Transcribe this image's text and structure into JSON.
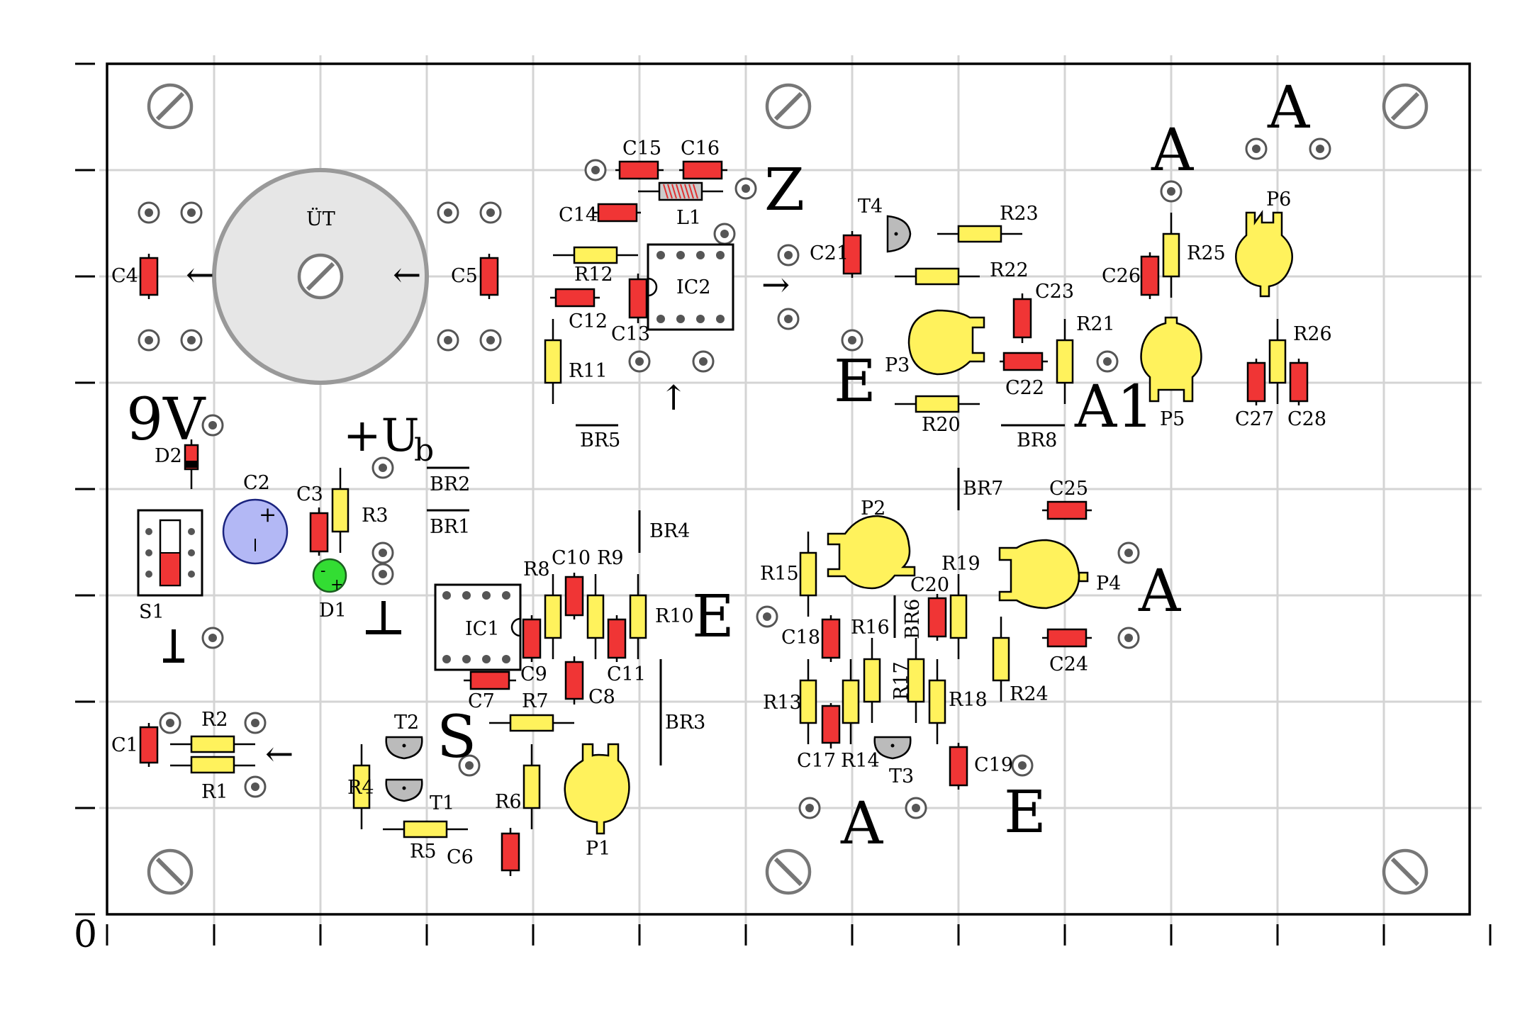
{
  "board": {
    "origin_label": "0",
    "colors": {
      "resistor": "#fff25c",
      "capacitor": "#f03535",
      "trimmer": "#fff25c",
      "transistor": "#bbbbbb",
      "electrolytic": "#b3b8f5",
      "led": "#33dd33",
      "transformer": "#e6e6e6",
      "grid": "#d4d4d4"
    }
  },
  "big_labels": {
    "nine_v": "9V",
    "ub_plus": "+U",
    "ub_sub": "b",
    "z": "Z",
    "e1": "E",
    "e2": "E",
    "e3": "E",
    "a1": "A1",
    "a_top1": "A",
    "a_top2": "A",
    "a_mid": "A",
    "a_bottom": "A",
    "s": "S",
    "ground1": "⊥",
    "ground2": "⊥"
  },
  "arrows": {
    "left1": "←",
    "left2": "←",
    "left3": "←",
    "right1": "→",
    "up1": "↑"
  },
  "parts": {
    "UT": "ÜT",
    "C1": "C1",
    "C2": "C2",
    "C3": "C3",
    "C4": "C4",
    "C5": "C5",
    "C6": "C6",
    "C7": "C7",
    "C8": "C8",
    "C9": "C9",
    "C10": "C10",
    "C11": "C11",
    "C12": "C12",
    "C13": "C13",
    "C14": "C14",
    "C15": "C15",
    "C16": "C16",
    "C17": "C17",
    "C18": "C18",
    "C19": "C19",
    "C20": "C20",
    "C21": "C21",
    "C22": "C22",
    "C23": "C23",
    "C24": "C24",
    "C25": "C25",
    "C26": "C26",
    "C27": "C27",
    "C28": "C28",
    "R1": "R1",
    "R2": "R2",
    "R3": "R3",
    "R4": "R4",
    "R5": "R5",
    "R6": "R6",
    "R7": "R7",
    "R8": "R8",
    "R9": "R9",
    "R10": "R10",
    "R11": "R11",
    "R12": "R12",
    "R13": "R13",
    "R14": "R14",
    "R15": "R15",
    "R16": "R16",
    "R17": "R17",
    "R18": "R18",
    "R19": "R19",
    "R20": "R20",
    "R21": "R21",
    "R22": "R22",
    "R23": "R23",
    "R24": "R24",
    "R25": "R25",
    "R26": "R26",
    "P1": "P1",
    "P2": "P2",
    "P3": "P3",
    "P4": "P4",
    "P5": "P5",
    "P6": "P6",
    "T1": "T1",
    "T2": "T2",
    "T3": "T3",
    "T4": "T4",
    "D1": "D1",
    "D2": "D2",
    "IC1": "IC1",
    "IC2": "IC2",
    "L1": "L1",
    "S1": "S1",
    "BR1": "BR1",
    "BR2": "BR2",
    "BR3": "BR3",
    "BR4": "BR4",
    "BR5": "BR5",
    "BR6": "BR6",
    "BR7": "BR7",
    "BR8": "BR8",
    "plus1": "+",
    "minus1": "|",
    "plus2": "+",
    "minus2": "-"
  }
}
